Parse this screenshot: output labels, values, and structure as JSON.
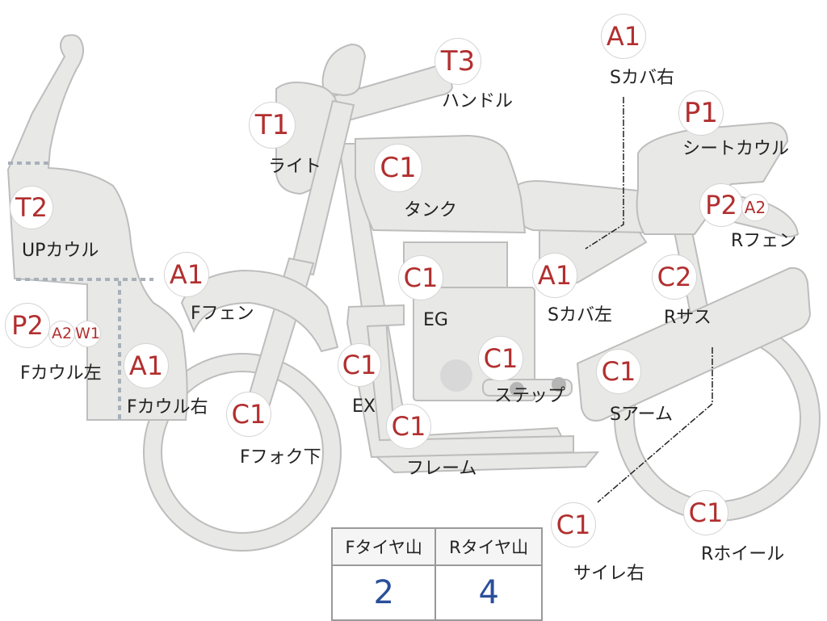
{
  "colors": {
    "badge_text": "#b22f2f",
    "label_text": "#222222",
    "part_fill": "#e8e8e6",
    "part_stroke": "#bdbdbd",
    "tire_value": "#2a4f9a"
  },
  "parts": [
    {
      "id": "t3",
      "code": "T3",
      "label": "ハンドル"
    },
    {
      "id": "a1s-r",
      "code": "A1",
      "label": "Sカバ右"
    },
    {
      "id": "t1",
      "code": "T1",
      "label": "ライト"
    },
    {
      "id": "p1",
      "code": "P1",
      "label": "シートカウル"
    },
    {
      "id": "c1t",
      "code": "C1",
      "label": "タンク"
    },
    {
      "id": "t2",
      "code": "T2",
      "label": "UPカウル"
    },
    {
      "id": "p2r",
      "code": "P2",
      "code2": "A2",
      "label": "Rフェン"
    },
    {
      "id": "a1f",
      "code": "A1",
      "label": "Fフェン"
    },
    {
      "id": "c1eg",
      "code": "C1",
      "label": "EG"
    },
    {
      "id": "a1s-l",
      "code": "A1",
      "label": "Sカバ左"
    },
    {
      "id": "c2",
      "code": "C2",
      "label": "Rサス"
    },
    {
      "id": "p2f",
      "code": "P2",
      "code2": "A2",
      "code3": "W1",
      "label": "Fカウル左"
    },
    {
      "id": "a1fc",
      "code": "A1",
      "label": "Fカウル右"
    },
    {
      "id": "c1ex",
      "code": "C1",
      "label": "EX"
    },
    {
      "id": "c1st",
      "code": "C1",
      "label": "ステップ"
    },
    {
      "id": "c1sa",
      "code": "C1",
      "label": "Sアーム"
    },
    {
      "id": "c1ff",
      "code": "C1",
      "label": "Fフォク下"
    },
    {
      "id": "c1fr",
      "code": "C1",
      "label": "フレーム"
    },
    {
      "id": "c1si",
      "code": "C1",
      "label": "サイレ右"
    },
    {
      "id": "c1rw",
      "code": "C1",
      "label": "Rホイール"
    }
  ],
  "tires": {
    "front_label": "Fタイヤ山",
    "rear_label": "Rタイヤ山",
    "front_value": "2",
    "rear_value": "4"
  }
}
